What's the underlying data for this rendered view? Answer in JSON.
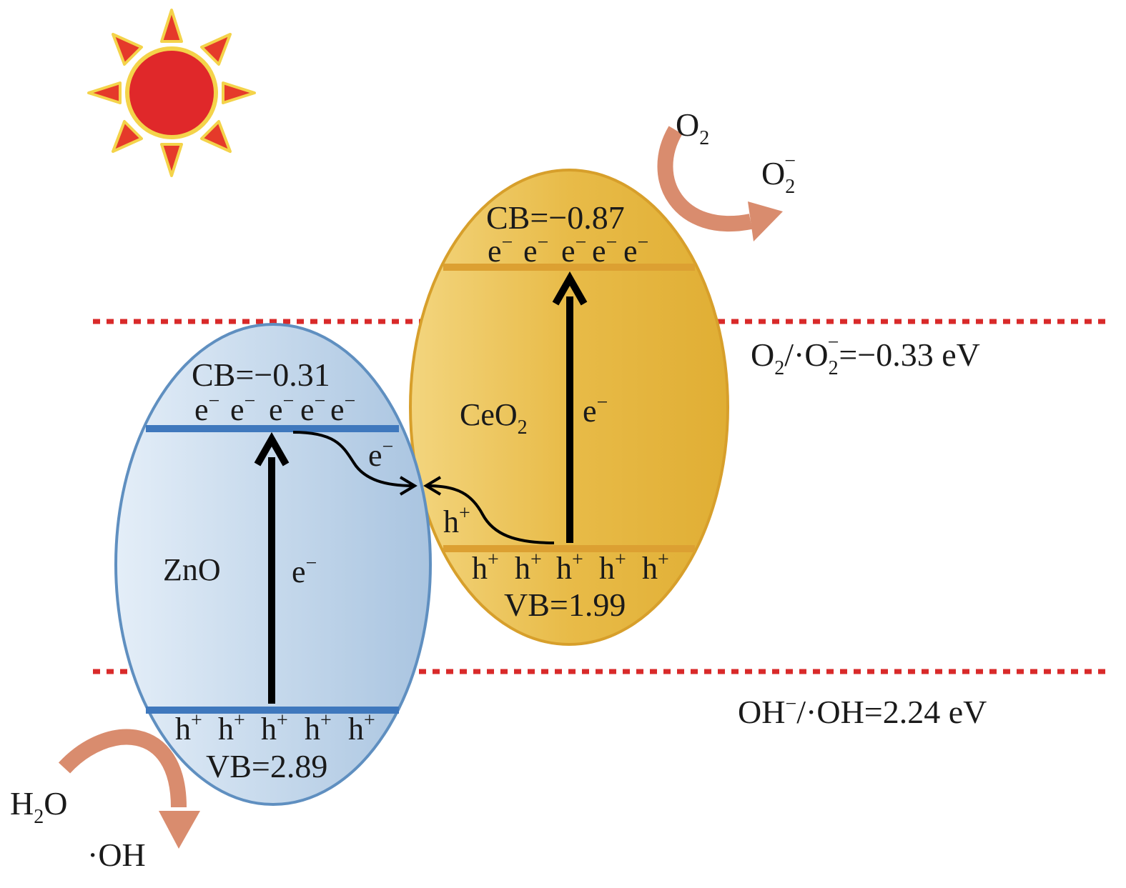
{
  "colors": {
    "sun": "#e0282a",
    "sun_rays": "#e53a2a",
    "sun_outline": "#f4d34a",
    "zno_fill": "#c3d7ea",
    "zno_edge": "#5f8fc0",
    "zno_band": "#3f78bd",
    "ceo2_fill": "#e7b945",
    "ceo2_edge": "#d79f2b",
    "ceo2_band": "#dca032",
    "redox_line": "#d92a2a",
    "curved_arrow": "#d98c6e"
  },
  "icons": [
    "sun-icon",
    "curved-arrow-icon"
  ],
  "zno": {
    "name": "ZnO",
    "cb_label": "CB=−0.31",
    "vb_label": "VB=2.89",
    "electron": "e",
    "minus": "−",
    "hole": "h",
    "plus": "+"
  },
  "ceo2": {
    "name": "CeO",
    "name_sub": "2",
    "cb_label": "CB=−0.87",
    "vb_label": "VB=1.99",
    "electron": "e",
    "minus": "−",
    "hole": "h",
    "plus": "+"
  },
  "transfer": {
    "electron": "e",
    "minus": "−",
    "hole": "h",
    "plus": "+"
  },
  "potentials": {
    "o2_left": "O",
    "o2_sub": "2",
    "o2_mid": "/·O",
    "o2_sub2": "2",
    "o2_sup2": "−",
    "o2_value": "=−0.33 eV",
    "oh_label": "OH",
    "oh_sup": "−",
    "oh_value": "/·OH=2.24 eV"
  },
  "reactions": {
    "o2": "O",
    "o2_sub": "2",
    "o2_product": "O",
    "o2_product_sub": "2",
    "o2_product_sup": "−",
    "h2o_h": "H",
    "h2o_sub": "2",
    "h2o_o": "O",
    "oh_product": "·OH"
  }
}
